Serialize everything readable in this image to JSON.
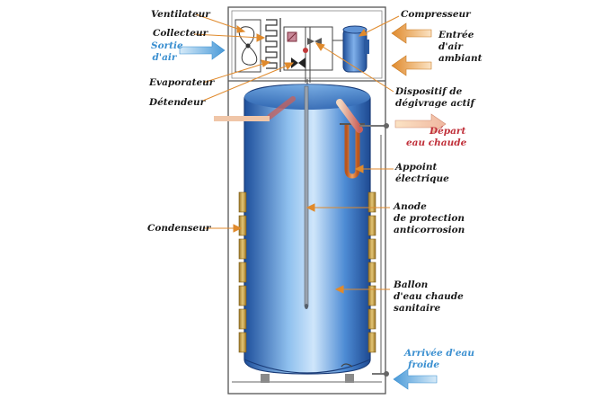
{
  "labels": {
    "ventilateur": "Ventilateur",
    "collecteur": "Collecteur",
    "sortie_air_1": "Sortie",
    "sortie_air_2": "d'air",
    "evaporateur": "Evaporateur",
    "detendeur": "Détendeur",
    "condenseur": "Condenseur",
    "compresseur": "Compresseur",
    "entree_air_1": "Entrée",
    "entree_air_2": "d'air",
    "entree_air_3": "ambiant",
    "degivrage_1": "Dispositif de",
    "degivrage_2": "dégivrage actif",
    "depart_1": "Départ",
    "depart_2": "eau chaude",
    "appoint_1": "Appoint",
    "appoint_2": "électrique",
    "anode_1": "Anode",
    "anode_2": "de protection",
    "anode_3": "anticorrosion",
    "ballon_1": "Ballon",
    "ballon_2": "d'eau chaude",
    "ballon_3": "sanitaire",
    "arrivee_1": "Arrivée d'eau",
    "arrivee_2": "froide"
  },
  "colors": {
    "tank_blue": "#2f6fc4",
    "leader_orange": "#e08a2c",
    "air_out_blue": "#3a8fd0",
    "hot_water_red": "#c0303a",
    "condenser_gold": "#c9a24a",
    "heater_orange": "#d9732a"
  }
}
